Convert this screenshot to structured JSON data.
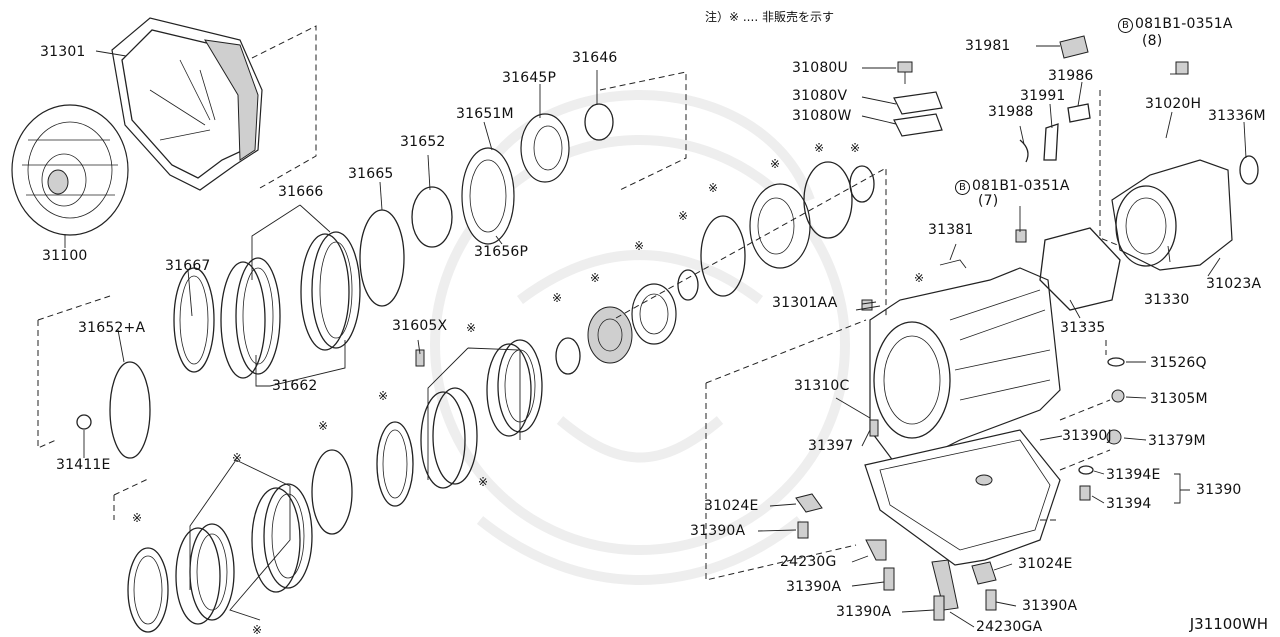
{
  "note": "注）※ .... 非販売を示す",
  "diagram_code": "J31100WH",
  "note_marker": "※",
  "bolt_symbol": "B",
  "parts": {
    "p31301": "31301",
    "p31100": "31100",
    "p31666": "31666",
    "p31665": "31665",
    "p31652": "31652",
    "p31651m": "31651M",
    "p31645p": "31645P",
    "p31646": "31646",
    "p31656p": "31656P",
    "p31667": "31667",
    "p31652a": "31652+A",
    "p31662": "31662",
    "p31411e": "31411E",
    "p31605x": "31605X",
    "p31080u": "31080U",
    "p31080v": "31080V",
    "p31080w": "31080W",
    "p31981": "31981",
    "p31986": "31986",
    "p31991": "31991",
    "p31988": "31988",
    "p31020h": "31020H",
    "p31336m": "31336M",
    "bolt1_part": "081B1-0351A",
    "bolt1_qty": "(8)",
    "bolt2_part": "081B1-0351A",
    "bolt2_qty": "(7)",
    "p31381": "31381",
    "p31023a": "31023A",
    "p31330": "31330",
    "p31301aa": "31301AA",
    "p31335": "31335",
    "p31526q": "31526Q",
    "p31310c": "31310C",
    "p31305m": "31305M",
    "p31397": "31397",
    "p31390j": "31390J",
    "p31379m": "31379M",
    "p31394e": "31394E",
    "p31394": "31394",
    "p31390": "31390",
    "p31024e_a": "31024E",
    "p31390a_a": "31390A",
    "p24230g": "24230G",
    "p31390a_b": "31390A",
    "p31024e_b": "31024E",
    "p31390a_c": "31390A",
    "p31390a_d": "31390A",
    "p24230ga": "24230GA"
  }
}
